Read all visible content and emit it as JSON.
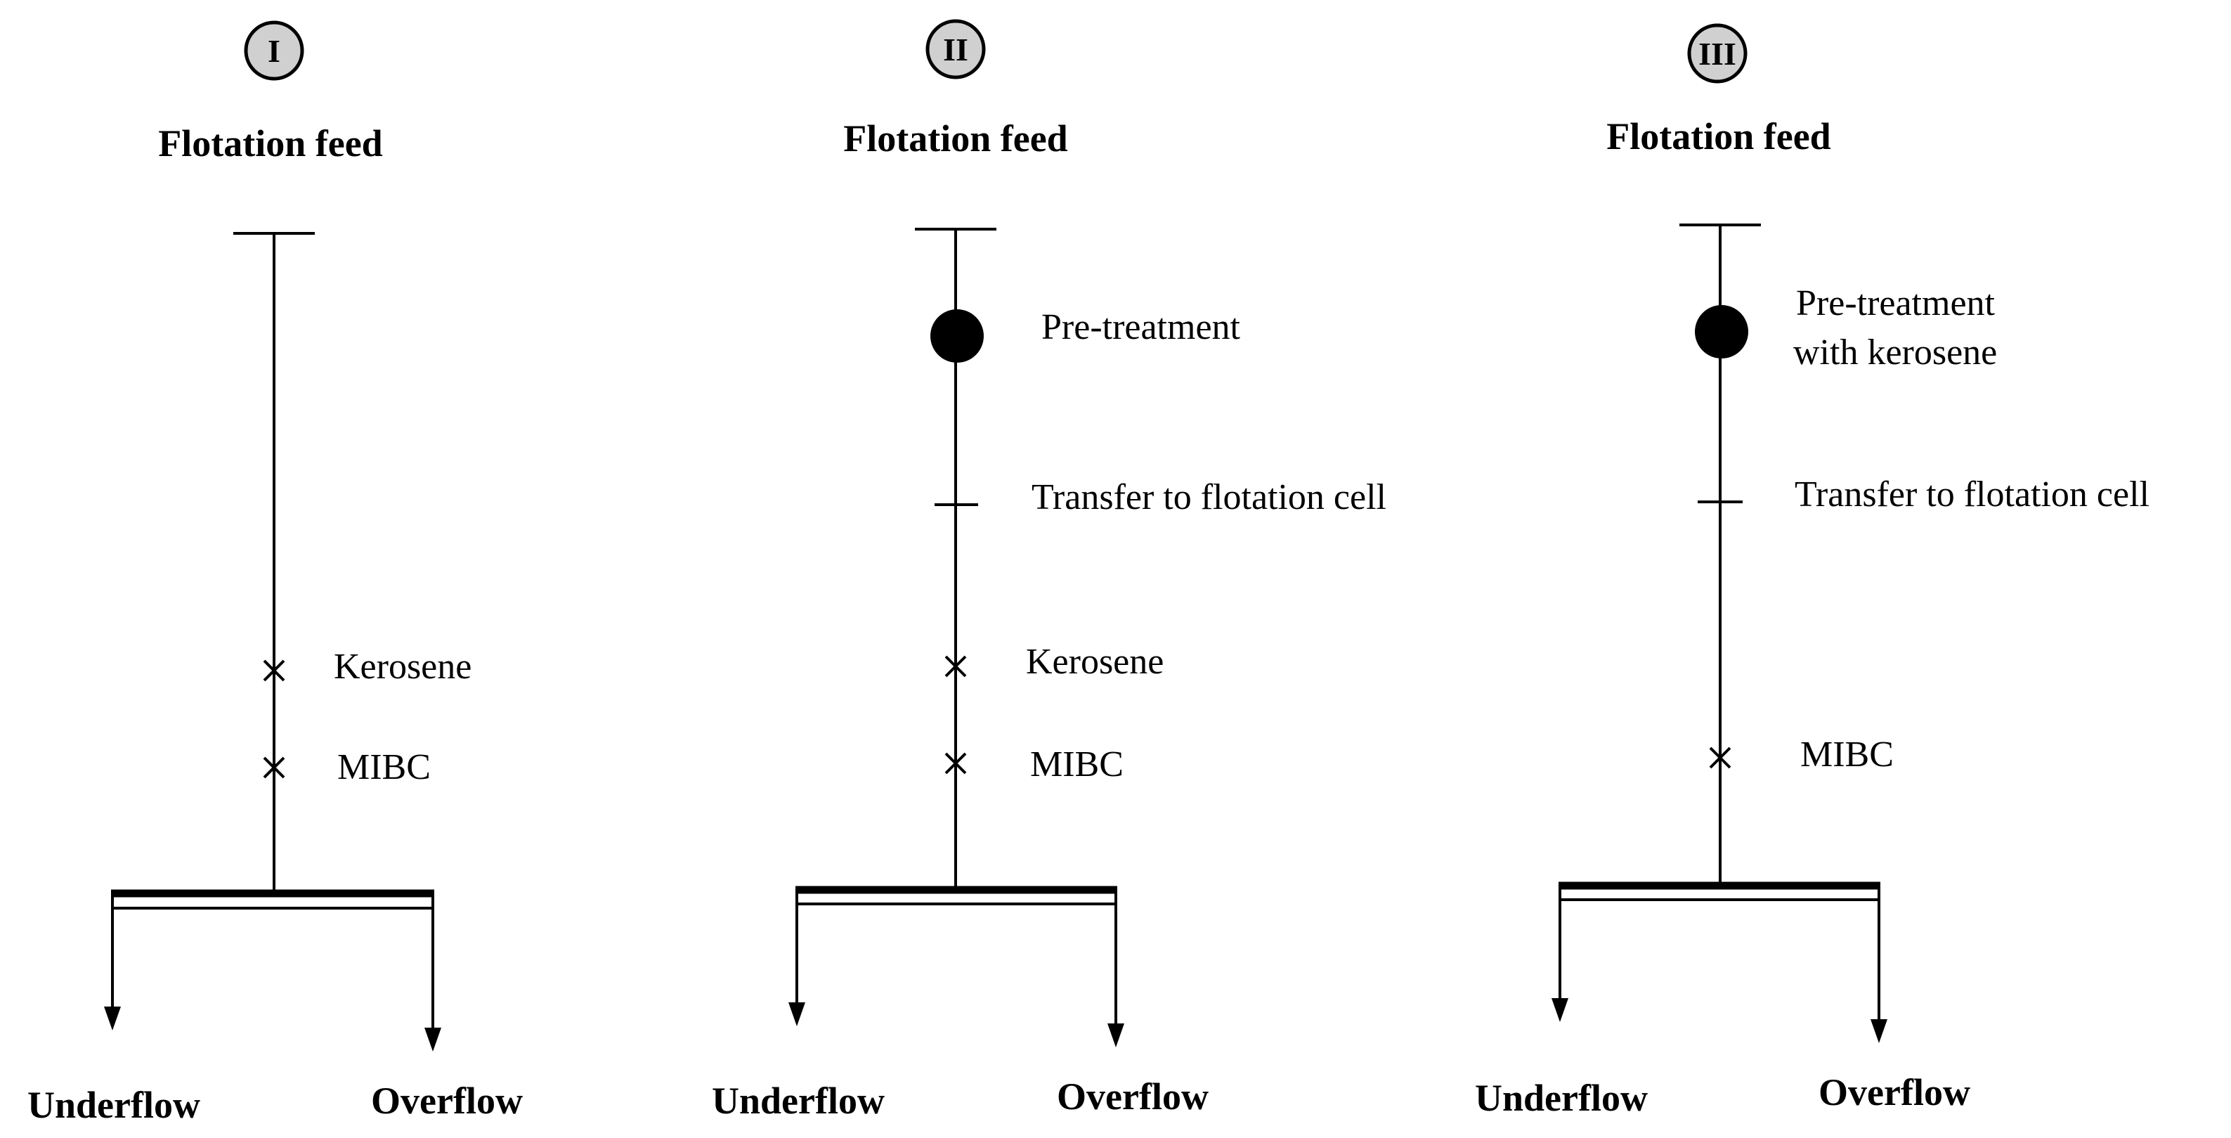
{
  "diagram": {
    "schemes": [
      {
        "id": "I",
        "roman": "I",
        "feed_label": "Flotation feed",
        "pretreatment_lines": [],
        "transfer_label": "",
        "reagents": [
          "Kerosene",
          "MIBC"
        ],
        "outputs": {
          "left": "Underflow",
          "right": "Overflow"
        }
      },
      {
        "id": "II",
        "roman": "II",
        "feed_label": "Flotation feed",
        "pretreatment_lines": [
          "Pre-treatment"
        ],
        "transfer_label": "Transfer to flotation cell",
        "reagents": [
          "Kerosene",
          "MIBC"
        ],
        "outputs": {
          "left": "Underflow",
          "right": "Overflow"
        }
      },
      {
        "id": "III",
        "roman": "III",
        "feed_label": "Flotation feed",
        "pretreatment_lines": [
          "Pre-treatment",
          "with kerosene"
        ],
        "transfer_label": "Transfer to flotation cell",
        "reagents": [
          "MIBC"
        ],
        "outputs": {
          "left": "Underflow",
          "right": "Overflow"
        }
      }
    ]
  }
}
